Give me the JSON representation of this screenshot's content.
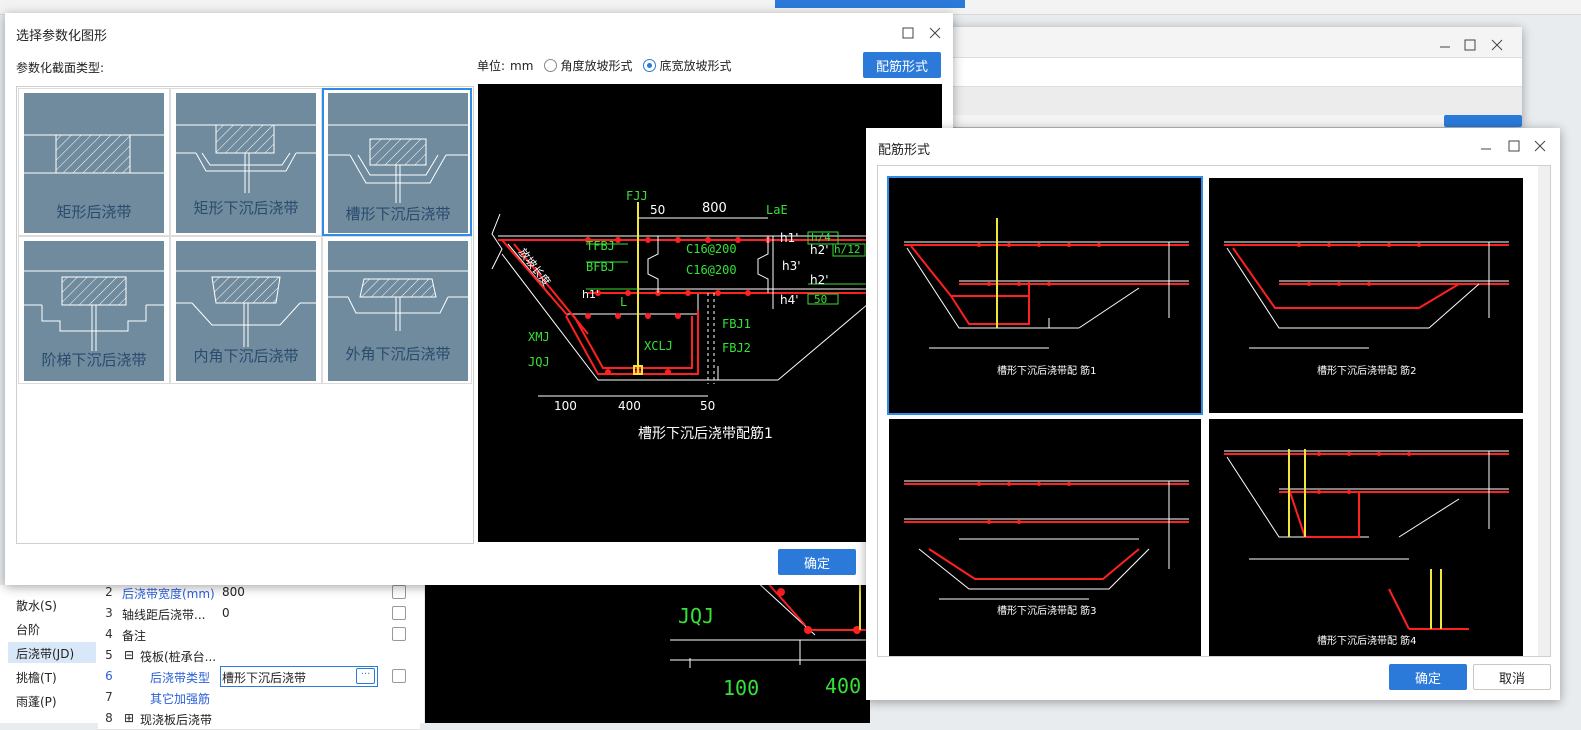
{
  "left_nav": {
    "items": [
      {
        "label": "散水(S)",
        "selected": false
      },
      {
        "label": "台阶",
        "selected": false
      },
      {
        "label": "后浇带(JD)",
        "selected": true
      },
      {
        "label": "挑檐(T)",
        "selected": false
      },
      {
        "label": "雨蓬(P)",
        "selected": false
      }
    ]
  },
  "property_table": {
    "rows": [
      {
        "num": "2",
        "label": "后浇带宽度(mm)",
        "value": "800"
      },
      {
        "num": "3",
        "label": "轴线距后浇带...",
        "value": "0"
      },
      {
        "num": "4",
        "label": "备注",
        "value": ""
      },
      {
        "num": "5",
        "label": "筏板(桩承台...",
        "value": ""
      },
      {
        "num": "6",
        "label": "后浇带类型",
        "value": "槽形下沉后浇带"
      },
      {
        "num": "7",
        "label": "其它加强筋",
        "value": ""
      },
      {
        "num": "8",
        "label": "现浇板后浇带",
        "value": ""
      }
    ]
  },
  "background_cad": {
    "labels": [
      "JQJ",
      "100",
      "400"
    ]
  },
  "dialog1": {
    "title": "选择参数化图形",
    "section_label": "参数化截面类型:",
    "unit_label": "单位:",
    "unit_value": "mm",
    "radio_angle": "角度放坡形式",
    "radio_width": "底宽放坡形式",
    "rebar_button": "配筋形式",
    "ok_button": "确定",
    "tiles": [
      "矩形后浇带",
      "矩形下沉后浇带",
      "槽形下沉后浇带",
      "阶梯下沉后浇带",
      "内角下沉后浇带",
      "外角下沉后浇带"
    ],
    "preview": {
      "caption": "槽形下沉后浇带配筋1",
      "labels": {
        "fjj": "FJJ",
        "w50a": "50",
        "w800": "800",
        "lae": "LaE",
        "tfbj": "TFBJ",
        "bfbj": "BFBJ",
        "c1": "C16@200",
        "c2": "C16@200",
        "h1p": "h1'",
        "h2p": "h2'",
        "h74": "h/4",
        "h712": "h/12",
        "h3p": "h3'",
        "h4p": "h4'",
        "w50b": "50",
        "h1pp": "h1'",
        "L": "L",
        "xmj": "XMJ",
        "jqj": "JQJ",
        "xclj": "XCLJ",
        "fbj1": "FBJ1",
        "fbj2": "FBJ2",
        "d100": "100",
        "d400": "400",
        "d50": "50",
        "slope": "放坡长度"
      }
    }
  },
  "dialog2": {
    "title": "配筋形式",
    "ok_button": "确定",
    "cancel_button": "取消",
    "options": [
      "槽形下沉后浇带配 筋1",
      "槽形下沉后浇带配 筋2",
      "槽形下沉后浇带配 筋3",
      "槽形下沉后浇带配 筋4"
    ]
  },
  "colors": {
    "accent": "#2b7ad9",
    "tile_bg": "#6f8b9d",
    "cad_green": "#37e137",
    "cad_red": "#ff2020",
    "cad_yellow": "#f2e63a"
  }
}
